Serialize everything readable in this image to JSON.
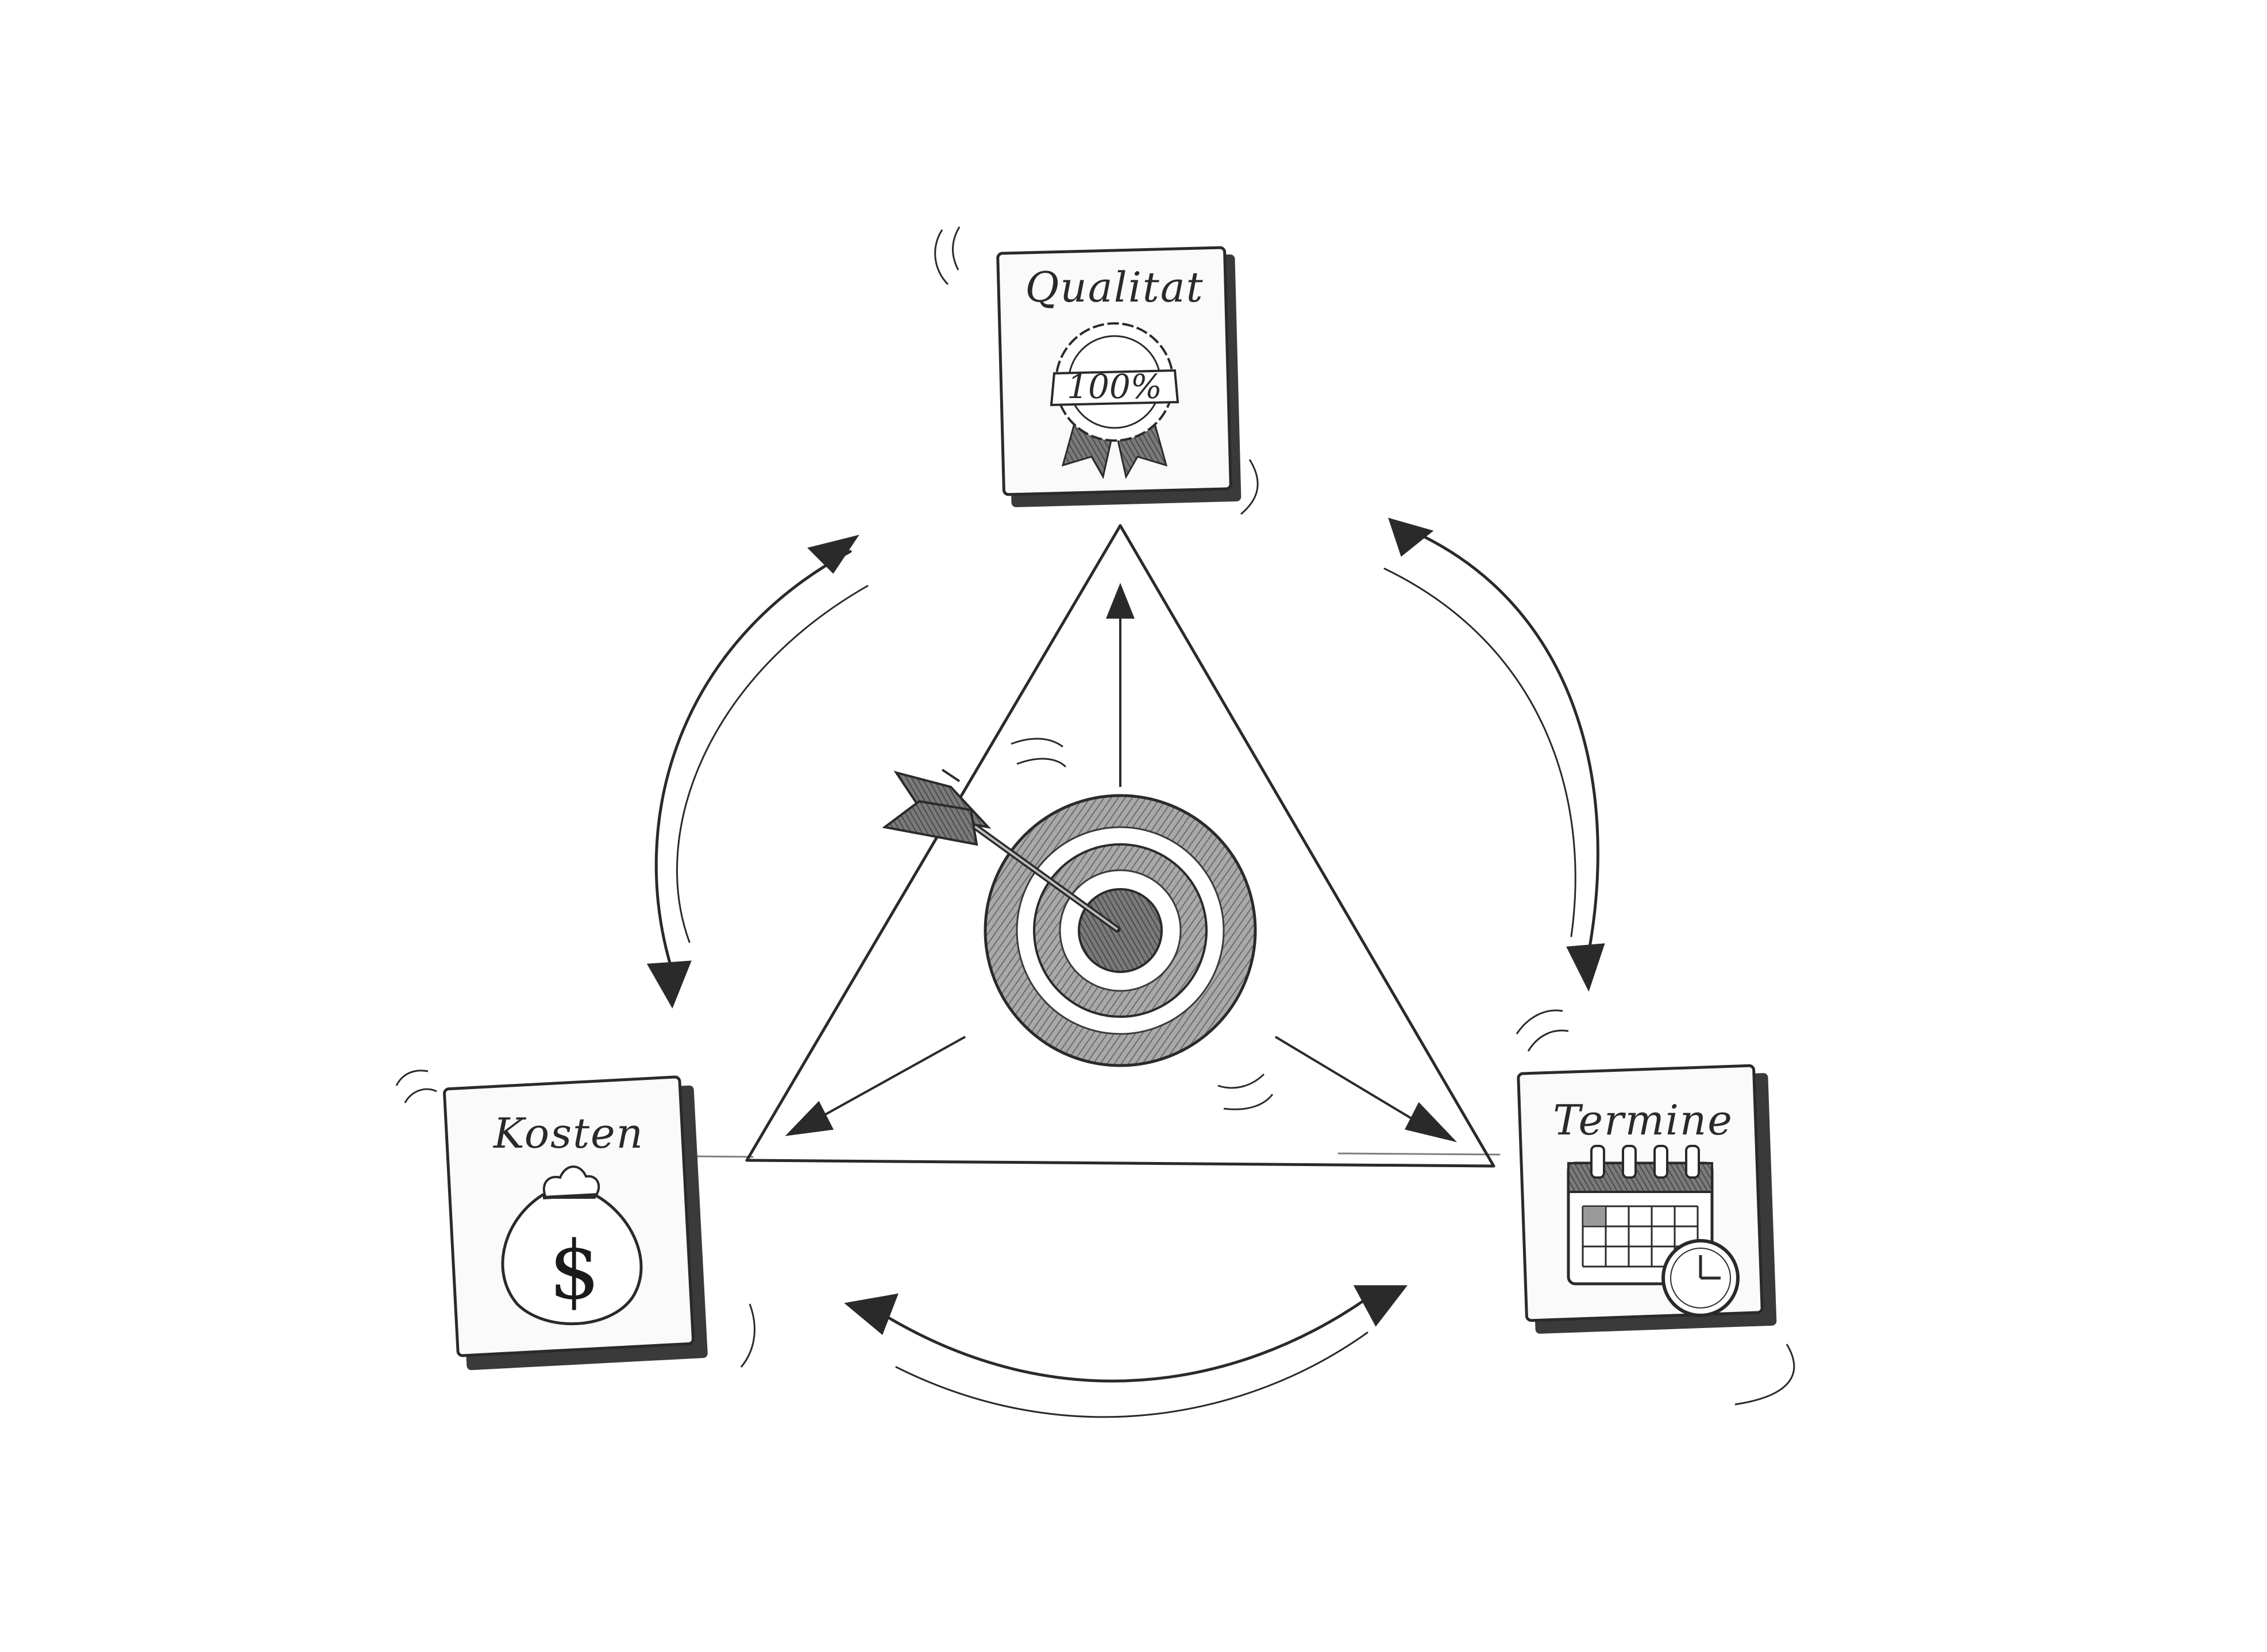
{
  "cards": {
    "quality": {
      "label": "Qualitat",
      "badge_text": "100%",
      "icon": "award-badge-icon"
    },
    "cost": {
      "label": "Kosten",
      "currency_symbol": "$",
      "icon": "money-bag-icon"
    },
    "schedule": {
      "label": "Termine",
      "icon": "calendar-clock-icon"
    }
  },
  "center": {
    "icon": "target-with-arrow-icon"
  },
  "colors": {
    "ink": "#2a2a2a",
    "paper": "#ffffff",
    "target_shade": "#8c8c8c"
  }
}
